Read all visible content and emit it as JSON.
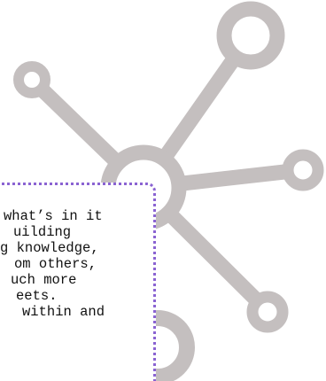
{
  "graphic": {
    "icon": "network-hub-icon",
    "node_color": "#c4bfbf",
    "accent_color": "#8a63d2"
  },
  "card": {
    "lines": [
      "what’s in it",
      "uilding",
      "g knowledge,",
      "om others,",
      "uch more",
      "eets.",
      "within and"
    ]
  }
}
